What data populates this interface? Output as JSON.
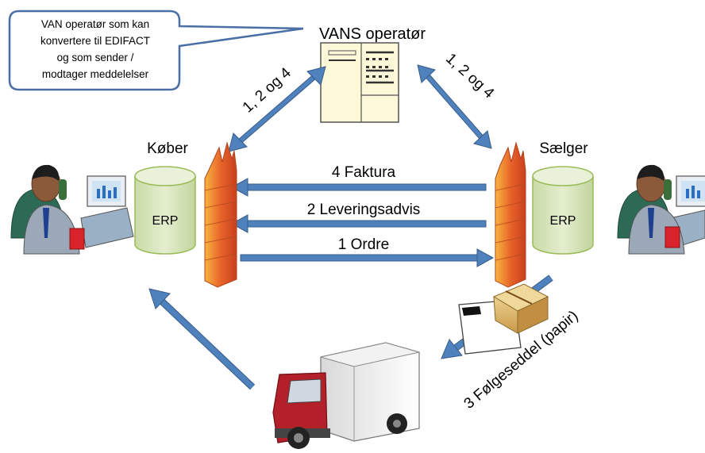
{
  "callout": {
    "line1": "VAN operatør som kan",
    "line2": "konvertere til EDIFACT",
    "line3": "og som sender /",
    "line4": "modtager meddelelser"
  },
  "vans": {
    "title": "VANS operatør"
  },
  "buyer": {
    "label": "Køber",
    "erp": "ERP"
  },
  "seller": {
    "label": "Sælger",
    "erp": "ERP"
  },
  "links": {
    "left": "1, 2 og 4",
    "right": "1, 2 og 4"
  },
  "messages": {
    "invoice": "4 Faktura",
    "delivery": "2 Leveringsadvis",
    "order": "1 Ordre",
    "packing": "3 Følgeseddel (papir)"
  },
  "colors": {
    "arrow": "#4f81bd",
    "arrow_stroke": "#385d8a",
    "cylinder": "#d7e4bd",
    "cylinder_stroke": "#9bbb59",
    "callout_stroke": "#4a6fa5",
    "truck_red": "#b3202a",
    "fire": "#e8642a"
  }
}
